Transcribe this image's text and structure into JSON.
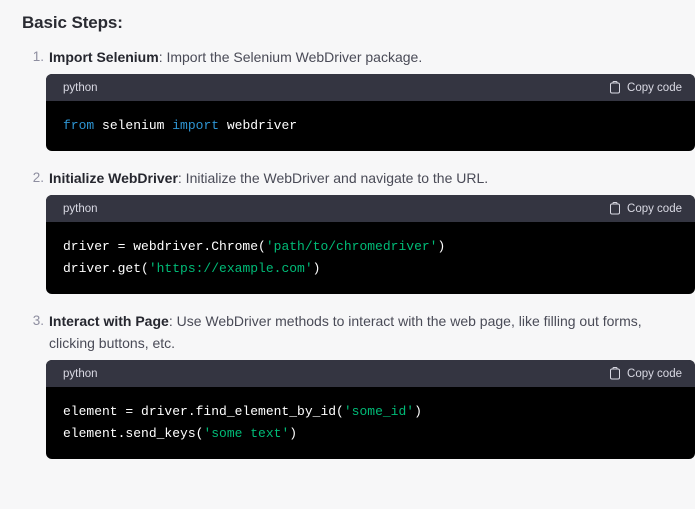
{
  "heading": "Basic Steps:",
  "colors": {
    "page_background": "#f7f7f8",
    "code_background": "#000000",
    "code_header_background": "#343541",
    "keyword": "#2e95d3",
    "string": "#00bb77",
    "plain_code": "#ffffff",
    "body_text": "#4a4b57",
    "marker": "#8e8ea0"
  },
  "steps": [
    {
      "marker": "1.",
      "title": "Import Selenium",
      "separator": ":",
      "description": " Import the Selenium WebDriver package.",
      "code": {
        "language": "python",
        "copy_label": "Copy code",
        "copy_icon": "clipboard-icon",
        "lines": [
          [
            {
              "t": "from",
              "c": "kw"
            },
            {
              "t": " selenium ",
              "c": "pl"
            },
            {
              "t": "import",
              "c": "kw"
            },
            {
              "t": " webdriver",
              "c": "pl"
            }
          ]
        ]
      }
    },
    {
      "marker": "2.",
      "title": "Initialize WebDriver",
      "separator": ":",
      "description": " Initialize the WebDriver and navigate to the URL.",
      "code": {
        "language": "python",
        "copy_label": "Copy code",
        "copy_icon": "clipboard-icon",
        "lines": [
          [
            {
              "t": "driver = webdriver.Chrome(",
              "c": "pl"
            },
            {
              "t": "'path/to/chromedriver'",
              "c": "str"
            },
            {
              "t": ")",
              "c": "pl"
            }
          ],
          [
            {
              "t": "driver.get(",
              "c": "pl"
            },
            {
              "t": "'https://example.com'",
              "c": "str"
            },
            {
              "t": ")",
              "c": "pl"
            }
          ]
        ]
      }
    },
    {
      "marker": "3.",
      "title": "Interact with Page",
      "separator": ":",
      "description": " Use WebDriver methods to interact with the web page, like filling out forms, clicking buttons, etc.",
      "code": {
        "language": "python",
        "copy_label": "Copy code",
        "copy_icon": "clipboard-icon",
        "lines": [
          [
            {
              "t": "element = driver.find_element_by_id(",
              "c": "pl"
            },
            {
              "t": "'some_id'",
              "c": "str"
            },
            {
              "t": ")",
              "c": "pl"
            }
          ],
          [
            {
              "t": "element.send_keys(",
              "c": "pl"
            },
            {
              "t": "'some text'",
              "c": "str"
            },
            {
              "t": ")",
              "c": "pl"
            }
          ]
        ]
      }
    }
  ]
}
